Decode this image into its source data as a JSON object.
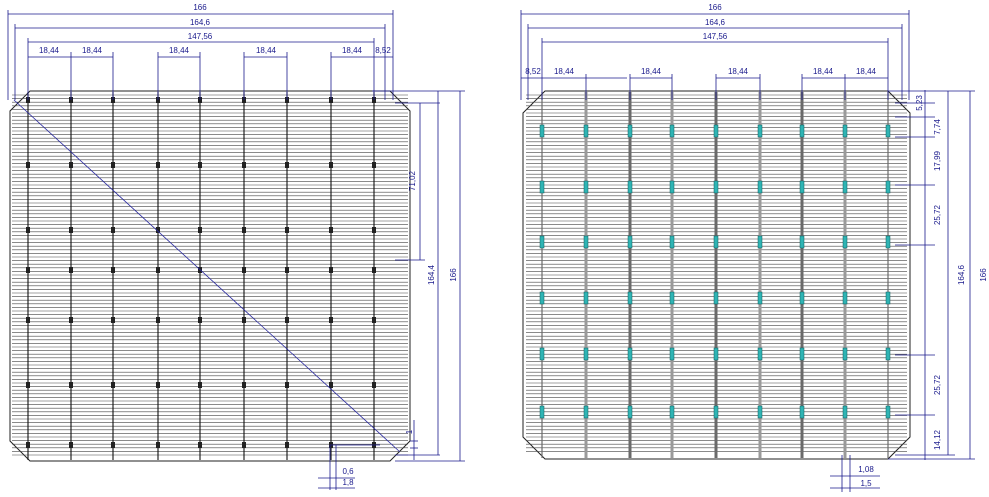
{
  "front": {
    "horizontal_dims": {
      "overall": "166",
      "flat": "164,6",
      "busbar_span": "147,56",
      "pitches": [
        "18,44",
        "18,44",
        "18,44",
        "18,44",
        "18,44"
      ],
      "edge_offset": "8,52"
    },
    "vertical_dims": {
      "half_height": "71,02",
      "flat": "164,4",
      "overall": "166",
      "chamfer_small": "1"
    },
    "bottom_dims": [
      "0,6",
      "1,8"
    ]
  },
  "back": {
    "horizontal_dims": {
      "overall": "166",
      "flat": "164,6",
      "busbar_span": "147,56",
      "edge_offset": "8,52",
      "pitches": [
        "18,44",
        "18,44",
        "18,44",
        "18,44",
        "18,44"
      ]
    },
    "vertical_dims": {
      "top_offset": "5,23",
      "pad_len": "7,74",
      "seg1": "17,99",
      "seg2": "25,72",
      "seg3": "25,72",
      "bottom": "14,12",
      "flat": "164,6",
      "overall": "166"
    },
    "bottom_dims": [
      "1,08",
      "1,5"
    ]
  },
  "colors": {
    "line": "#1a1a8c",
    "pad": "#2fb4b4",
    "cell": "#444444"
  }
}
